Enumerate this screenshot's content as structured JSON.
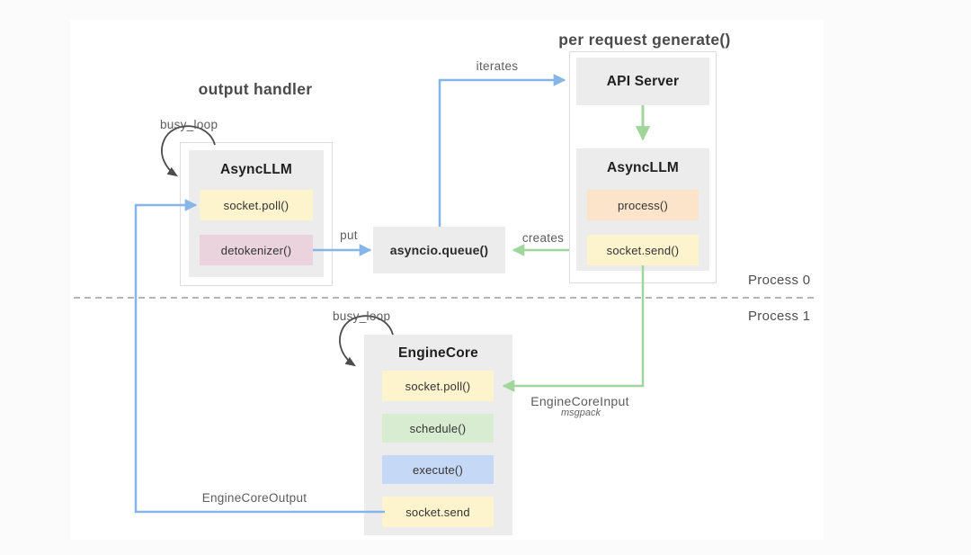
{
  "diagram": {
    "section_titles": {
      "output_handler": "output handler",
      "per_request_generate": "per request generate()"
    },
    "process_labels": {
      "process0": "Process 0",
      "process1": "Process 1"
    },
    "edge_labels": {
      "busy_loop_left": "busy_loop",
      "busy_loop_bottom": "busy_loop",
      "iterates": "iterates",
      "put": "put",
      "creates": "creates",
      "engine_core_input": "EngineCoreInput",
      "engine_core_input_format": "msgpack",
      "engine_core_output": "EngineCoreOutput"
    },
    "nodes": {
      "async_llm_left": {
        "title": "AsyncLLM",
        "methods": [
          "socket.poll()",
          "detokenizer()"
        ]
      },
      "queue": {
        "label": "asyncio.queue()"
      },
      "api_server": {
        "title": "API Server"
      },
      "async_llm_right": {
        "title": "AsyncLLM",
        "methods": [
          "process()",
          "socket.send()"
        ]
      },
      "engine_core": {
        "title": "EngineCore",
        "methods": [
          "socket.poll()",
          "schedule()",
          "execute()",
          "socket.send"
        ]
      }
    },
    "colors": {
      "arrow_blue": "#86b6e8",
      "arrow_green": "#a0d69b",
      "loop_arc": "#4c4c4c",
      "dashed_divider": "#9b9b9b",
      "node_gray": "#ececec",
      "chip_yellow": "#fdf3cd",
      "chip_pink": "#ead3dd",
      "chip_orange": "#fbe4c9",
      "chip_green": "#d7ecd0",
      "chip_blue": "#c5d9f7"
    }
  }
}
